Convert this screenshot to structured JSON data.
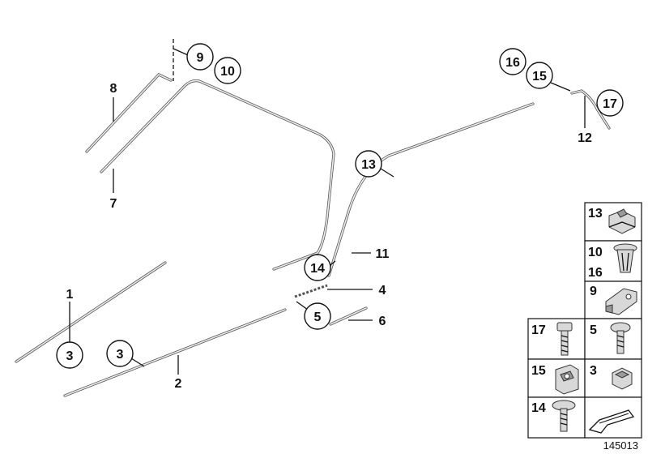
{
  "diagram": {
    "doc_number": "145013",
    "labels": {
      "l1": "1",
      "l2": "2",
      "l4": "4",
      "l6": "6",
      "l7": "7",
      "l8": "8",
      "l11": "11",
      "l12": "12"
    },
    "callouts": {
      "c3a": "3",
      "c3b": "3",
      "c5": "5",
      "c9": "9",
      "c10": "10",
      "c13": "13",
      "c14": "14",
      "c15": "15",
      "c16": "16",
      "c17": "17"
    },
    "hardware": {
      "cell_13": "13",
      "cell_10": "10",
      "cell_16": "16",
      "cell_9": "9",
      "cell_17": "17",
      "cell_5": "5",
      "cell_15": "15",
      "cell_3": "3",
      "cell_14": "14"
    }
  }
}
